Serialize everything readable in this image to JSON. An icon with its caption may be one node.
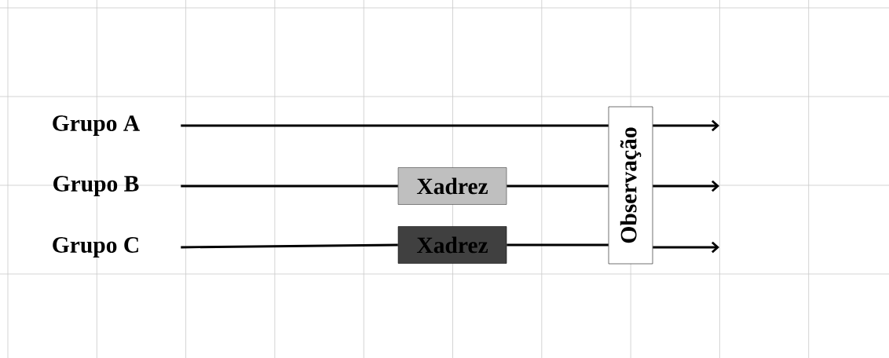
{
  "diagram": {
    "nodes": [
      {
        "text": [
          "Grupo A"
        ]
      },
      {
        "text": [
          "Grupo B"
        ]
      },
      {
        "text": [
          "Grupo C"
        ]
      },
      {
        "text": [
          "Xadrez"
        ]
      },
      {
        "text": [
          "Xadrez"
        ]
      },
      {
        "text": [
          "Observação"
        ]
      }
    ],
    "edges": [
      {
        "from": 0,
        "to": 5,
        "arrow": "none"
      },
      {
        "from": 5,
        "to": null,
        "arrow": "to"
      },
      {
        "from": 1,
        "to": 3,
        "arrow": "none"
      },
      {
        "from": 3,
        "to": 5,
        "arrow": "none"
      },
      {
        "from": 5,
        "to": null,
        "arrow": "to"
      },
      {
        "from": 2,
        "to": 4,
        "arrow": "none"
      },
      {
        "from": 4,
        "to": 5,
        "arrow": "none"
      },
      {
        "from": 5,
        "to": null,
        "arrow": "to"
      }
    ]
  }
}
